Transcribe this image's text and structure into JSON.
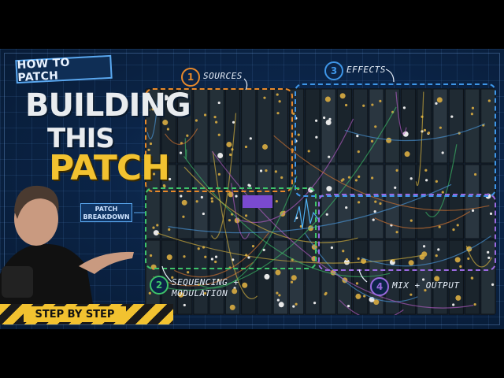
{
  "badge": {
    "label": "HOW TO PATCH"
  },
  "title": {
    "line1": "BUILDING",
    "line2": "THIS",
    "line3": "PATCH"
  },
  "callout": {
    "label": "PATCH\nBREAKDOWN"
  },
  "footer_bar": {
    "label": "STEP BY STEP"
  },
  "sections": [
    {
      "number": "1",
      "label": "SOURCES",
      "color": "#e8892a"
    },
    {
      "number": "2",
      "label": "SEQUENCING +\nMODULATION",
      "color": "#3ec46a"
    },
    {
      "number": "3",
      "label": "EFFECTS",
      "color": "#3e96e8"
    },
    {
      "number": "4",
      "label": "MIX + OUTPUT",
      "color": "#9a6ae0"
    }
  ],
  "colors": {
    "accent_yellow": "#f2c230",
    "background": "#0b2447",
    "grid": "#2d5a8e"
  }
}
